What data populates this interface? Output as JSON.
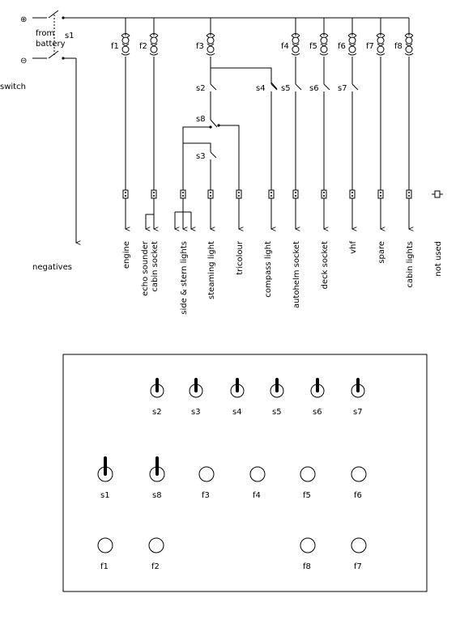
{
  "battery": {
    "plus_symbol": "⊕",
    "minus_symbol": "⊖",
    "label_line1": "from",
    "label_line2": "battery",
    "main_switch_label": "s1",
    "negatives_label": "negatives"
  },
  "fuse_labels": [
    "f1",
    "f2",
    "f3",
    "f4",
    "f5",
    "f6",
    "f7",
    "f8"
  ],
  "switch_labels": [
    "s2",
    "s3",
    "s4",
    "s5",
    "s6",
    "s7",
    "s8"
  ],
  "circuit_labels": [
    "engine",
    "echo sounder",
    "cabin socket",
    "side & stern lights",
    "steaming light",
    "tricolour",
    "compass light",
    "autohelm socket",
    "deck socket",
    "vhf",
    "spare",
    "cabin lights",
    "not used"
  ],
  "panel": {
    "row1_toggles": [
      "s2",
      "s3",
      "s4",
      "s5",
      "s6",
      "s7"
    ],
    "row2": [
      "s1",
      "s8",
      "f3",
      "f4",
      "f5",
      "f6"
    ],
    "row3": [
      "f1",
      "f2",
      "f8",
      "f7"
    ]
  }
}
